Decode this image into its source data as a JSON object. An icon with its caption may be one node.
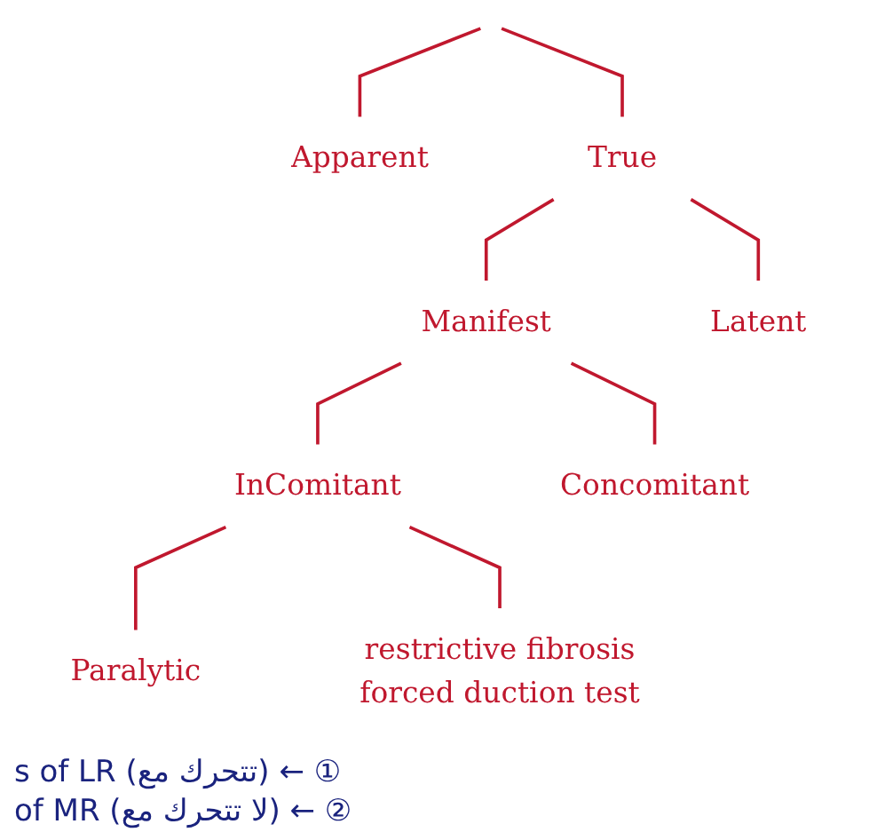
{
  "diagram": {
    "nodes": [
      {
        "text": [
          "Apparent"
        ]
      },
      {
        "text": [
          "True"
        ]
      },
      {
        "text": [
          "Manifest"
        ]
      },
      {
        "text": [
          "Latent"
        ]
      },
      {
        "text": [
          "InComitant"
        ]
      },
      {
        "text": [
          "Concomitant"
        ]
      },
      {
        "text": [
          "Paralytic"
        ]
      },
      {
        "text": [
          "restrictive fibrosis",
          "forced duction test"
        ]
      }
    ],
    "edges": [
      {
        "from": null,
        "to": 0,
        "arrow": "none"
      },
      {
        "from": null,
        "to": 1,
        "arrow": "none"
      },
      {
        "from": 1,
        "to": 2,
        "arrow": "none"
      },
      {
        "from": 1,
        "to": 3,
        "arrow": "none"
      },
      {
        "from": 2,
        "to": 4,
        "arrow": "none"
      },
      {
        "from": 2,
        "to": 5,
        "arrow": "none"
      },
      {
        "from": 4,
        "to": 6,
        "arrow": "none"
      },
      {
        "from": 4,
        "to": 7,
        "arrow": "none"
      }
    ],
    "labels": [
      "s of LR (تتحرك مع) ← ①",
      "of MR (لا تتحرك مع) ← ②"
    ]
  }
}
